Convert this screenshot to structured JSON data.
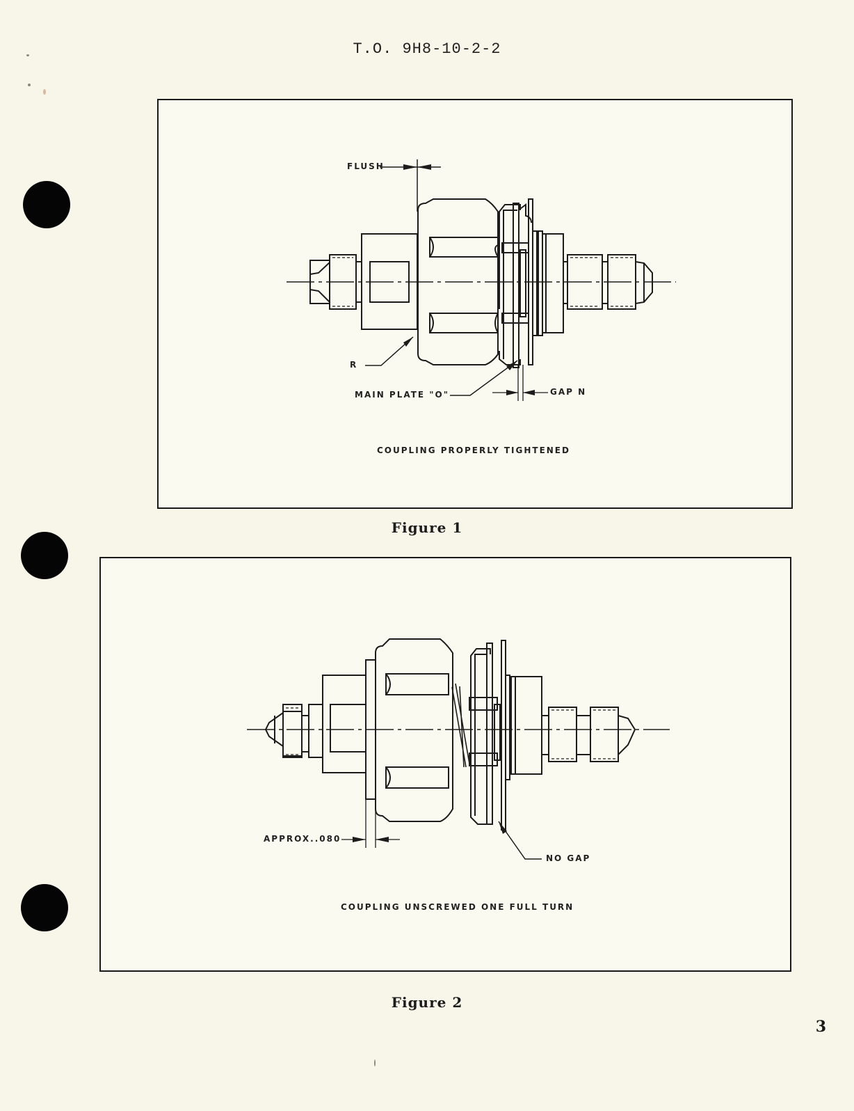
{
  "document": {
    "header": "T.O. 9H8-10-2-2",
    "page_number": "3"
  },
  "figures": [
    {
      "title": "Figure 1",
      "caption": "COUPLING PROPERLY TIGHTENED",
      "callouts": {
        "flush": "FLUSH",
        "r": "R",
        "main_plate": "MAIN PLATE \"O\"",
        "gap": "GAP N"
      }
    },
    {
      "title": "Figure 2",
      "caption": "COUPLING UNSCREWED ONE FULL TURN",
      "callouts": {
        "approx": "APPROX..080",
        "no_gap": "NO GAP"
      }
    }
  ],
  "binder_holes": 3
}
